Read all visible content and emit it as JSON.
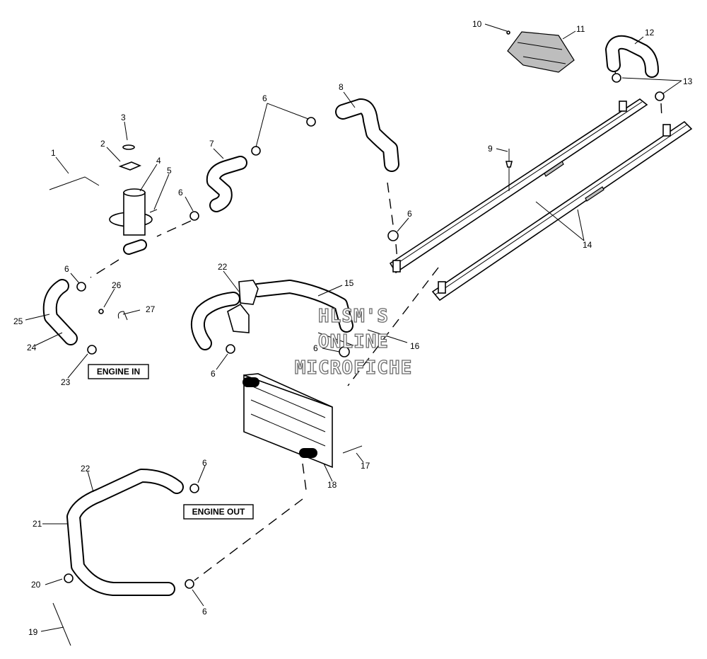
{
  "callouts": {
    "c1": "1",
    "c2": "2",
    "c3": "3",
    "c4": "4",
    "c5": "5",
    "c6a": "6",
    "c6b": "6",
    "c6c": "6",
    "c6d": "6",
    "c6e": "6",
    "c6f": "6",
    "c6g": "6",
    "c6h": "6",
    "c7": "7",
    "c8": "8",
    "c9": "9",
    "c10": "10",
    "c11": "11",
    "c12": "12",
    "c13": "13",
    "c14": "14",
    "c15": "15",
    "c16": "16",
    "c17": "17",
    "c18": "18",
    "c19": "19",
    "c20": "20",
    "c21": "21",
    "c22a": "22",
    "c22b": "22",
    "c23": "23",
    "c24": "24",
    "c25": "25",
    "c26": "26",
    "c27": "27"
  },
  "labels": {
    "engine_in": "ENGINE IN",
    "engine_out": "ENGINE OUT"
  },
  "watermark": {
    "line1": "HLSM'S",
    "line2": "ONLINE",
    "line3": "MICROFICHE"
  }
}
